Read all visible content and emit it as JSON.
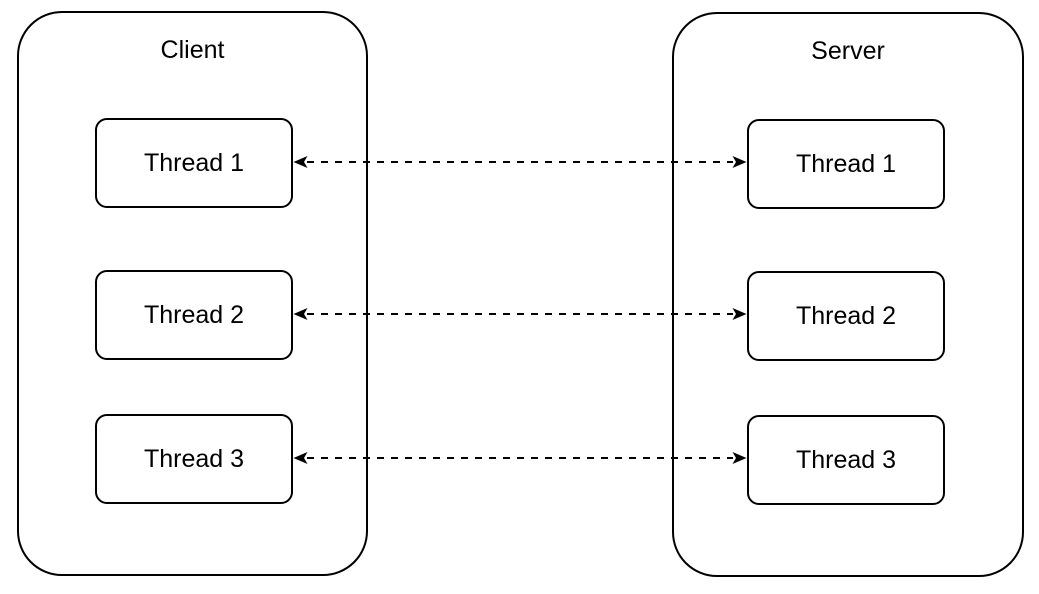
{
  "diagram": {
    "background_color": "#ffffff",
    "stroke_color": "#000000",
    "fill_color": "#ffffff",
    "containers": [
      {
        "id": "client",
        "label": "Client",
        "threads": [
          {
            "label": "Thread 1"
          },
          {
            "label": "Thread 2"
          },
          {
            "label": "Thread 3"
          }
        ]
      },
      {
        "id": "server",
        "label": "Server",
        "threads": [
          {
            "label": "Thread 1"
          },
          {
            "label": "Thread 2"
          },
          {
            "label": "Thread 3"
          }
        ]
      }
    ],
    "connections": [
      {
        "from": "Client / Thread 1",
        "to": "Server / Thread 1",
        "line_style": "dashed",
        "arrowheads": "both"
      },
      {
        "from": "Client / Thread 2",
        "to": "Server / Thread 2",
        "line_style": "dashed",
        "arrowheads": "both"
      },
      {
        "from": "Client / Thread 3",
        "to": "Server / Thread 3",
        "line_style": "dashed",
        "arrowheads": "both"
      }
    ]
  }
}
